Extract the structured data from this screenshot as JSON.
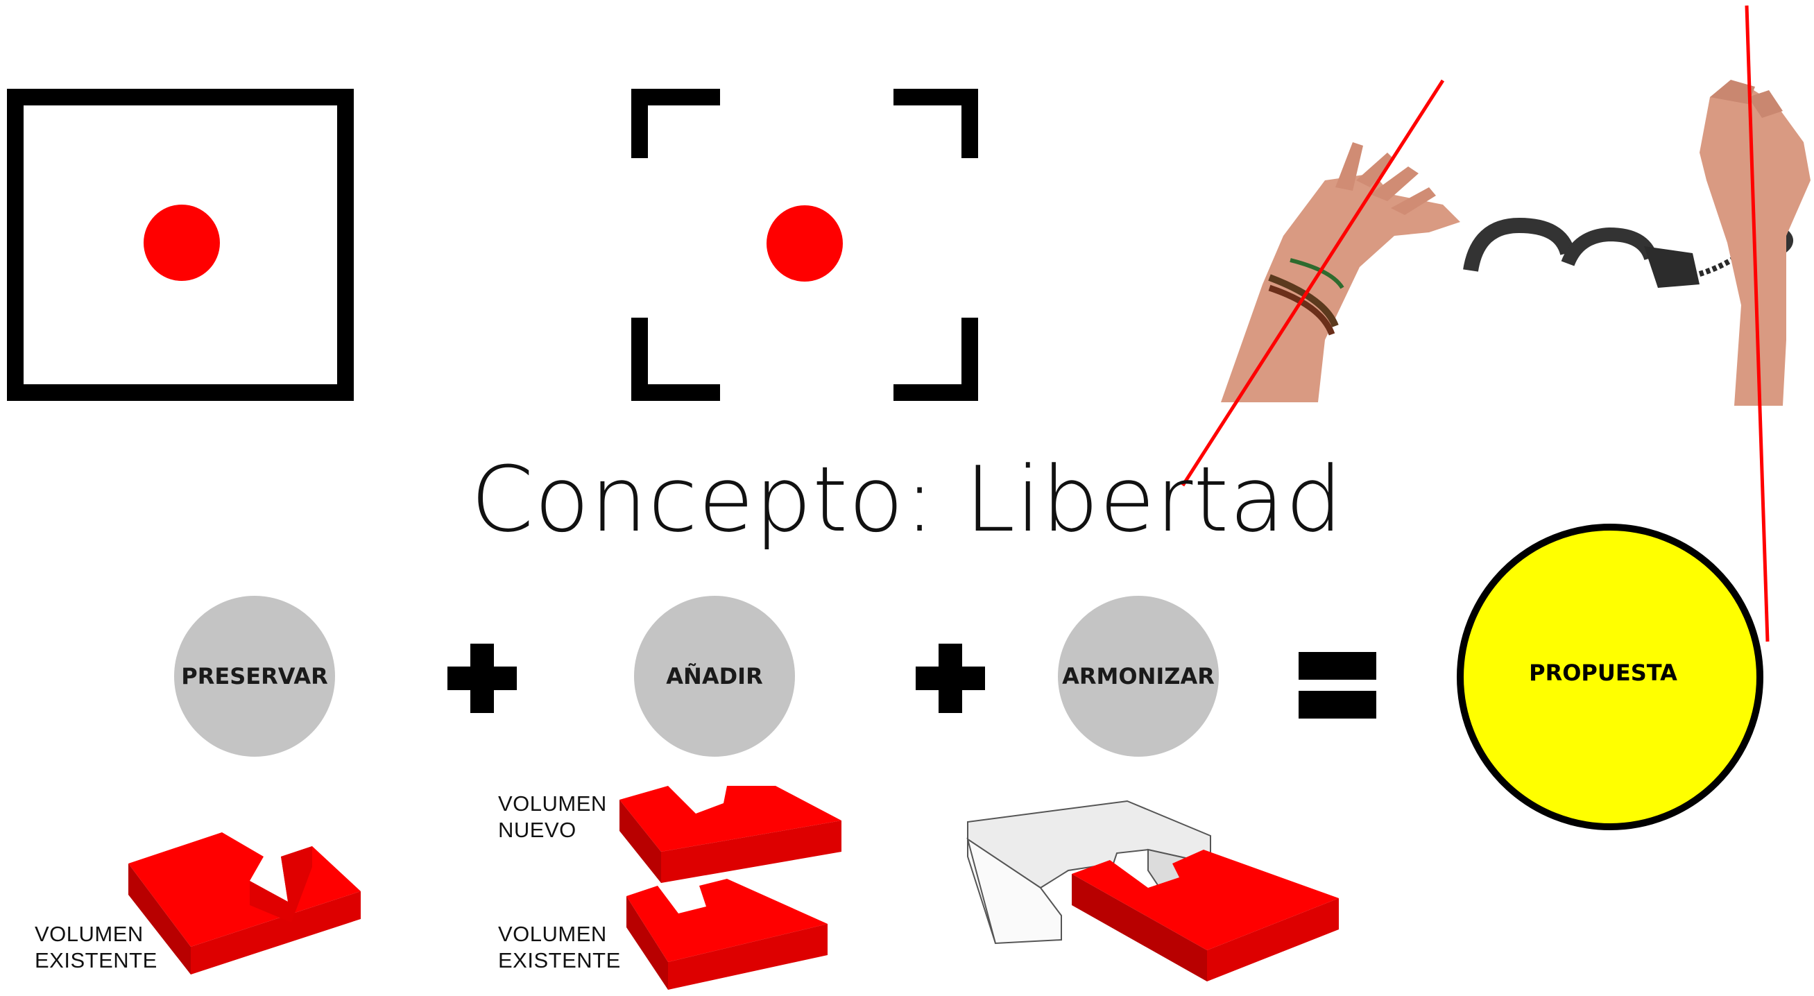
{
  "title": "Concepto: Libertad",
  "colors": {
    "red": "#ff0000",
    "frame": "#000000",
    "circle_gray": "#c4c4c4",
    "yellow": "#ffff00",
    "skin": "#d99a82",
    "cuff": "#333333",
    "red_dark": "#b80000",
    "red_mid": "#dd0000",
    "existing_white": "#ececec"
  },
  "steps": [
    {
      "label": "PRESERVAR"
    },
    {
      "label": "AÑADIR"
    },
    {
      "label": "ARMONIZAR"
    }
  ],
  "operators": [
    "plus",
    "plus",
    "equals"
  ],
  "result": {
    "label": "PROPUESTA"
  },
  "volumes": {
    "preserve": {
      "line1": "VOLUMEN",
      "line2": "EXISTENTE"
    },
    "add_new": {
      "line1": "VOLUMEN",
      "line2": "NUEVO"
    },
    "add_existing": {
      "line1": "VOLUMEN",
      "line2": "EXISTENTE"
    }
  },
  "icons": {
    "closed_frame": "square-frame-with-dot-icon",
    "open_frame": "corner-frame-with-dot-icon",
    "hands": "hands-breaking-handcuffs-photo"
  }
}
